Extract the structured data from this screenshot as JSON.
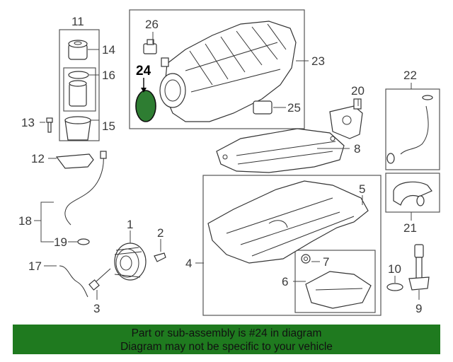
{
  "diagram": {
    "callouts": {
      "c1": "1",
      "c2": "2",
      "c3": "3",
      "c4": "4",
      "c5": "5",
      "c6": "6",
      "c7": "7",
      "c8": "8",
      "c9": "9",
      "c10": "10",
      "c11": "11",
      "c12": "12",
      "c13": "13",
      "c14": "14",
      "c15": "15",
      "c16": "16",
      "c17": "17",
      "c18": "18",
      "c19": "19",
      "c20": "20",
      "c21": "21",
      "c22": "22",
      "c23": "23",
      "c24": "24",
      "c25": "25",
      "c26": "26"
    },
    "highlight_color": "#2e7d32"
  },
  "banner": {
    "line1": "Part or sub-assembly is #24 in diagram",
    "line2": "Diagram may not be specific to your vehicle",
    "color": "#1f7a1f"
  }
}
